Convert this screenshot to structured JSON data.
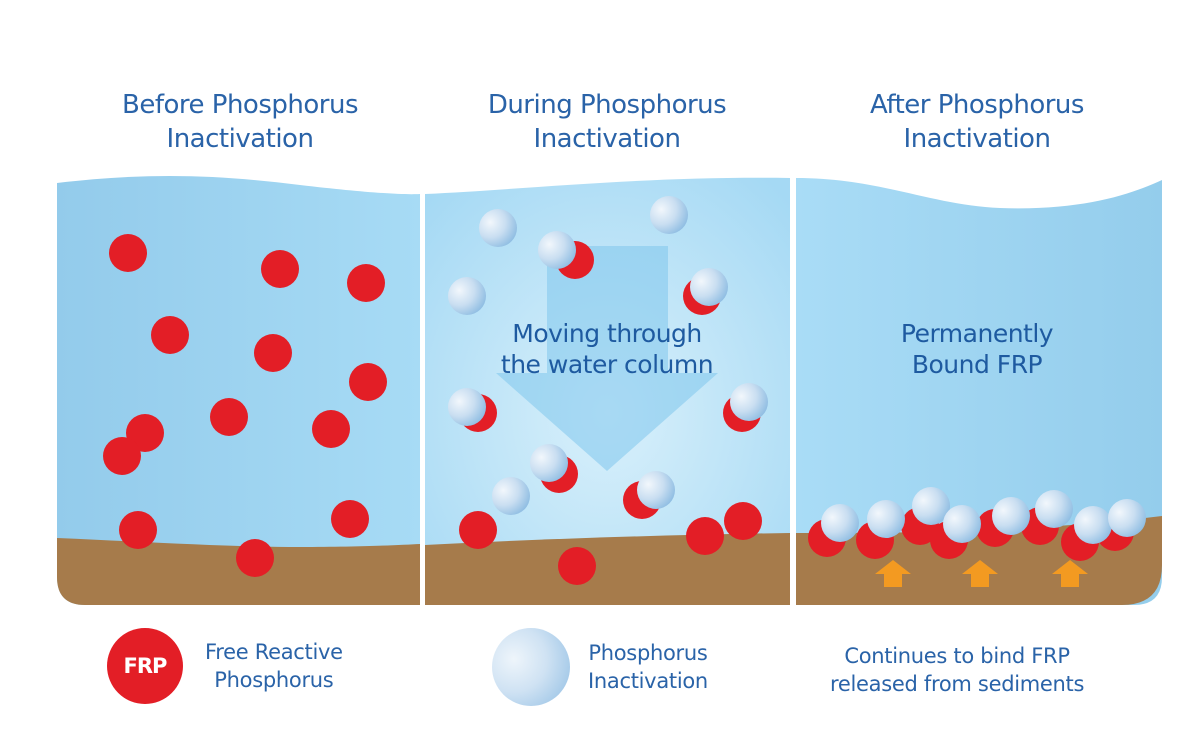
{
  "panels": [
    {
      "id": "before",
      "title_line1": "Before Phosphorus",
      "title_line2": "Inactivation",
      "caption_line1": "",
      "caption_line2": ""
    },
    {
      "id": "during",
      "title_line1": "During Phosphorus",
      "title_line2": "Inactivation",
      "caption_line1": "Moving through",
      "caption_line2": "the water column"
    },
    {
      "id": "after",
      "title_line1": "After Phosphorus",
      "title_line2": "Inactivation",
      "caption_line1": "Permanently",
      "caption_line2": "Bound FRP"
    }
  ],
  "legend": {
    "frp": {
      "badge": "FRP",
      "line1": "Free Reactive",
      "line2": "Phosphorus"
    },
    "inactivation": {
      "line1": "Phosphorus",
      "line2": "Inactivation"
    },
    "note": {
      "line1": "Continues to bind FRP",
      "line2": "released from sediments"
    }
  },
  "colors": {
    "water": "#9fd3f0",
    "sediment": "#a67b4b",
    "frp_red": "#e31e26",
    "inactivant_blue": "#b9d6ef",
    "arrow_orange": "#f39a21",
    "text_blue": "#2a63a8"
  }
}
